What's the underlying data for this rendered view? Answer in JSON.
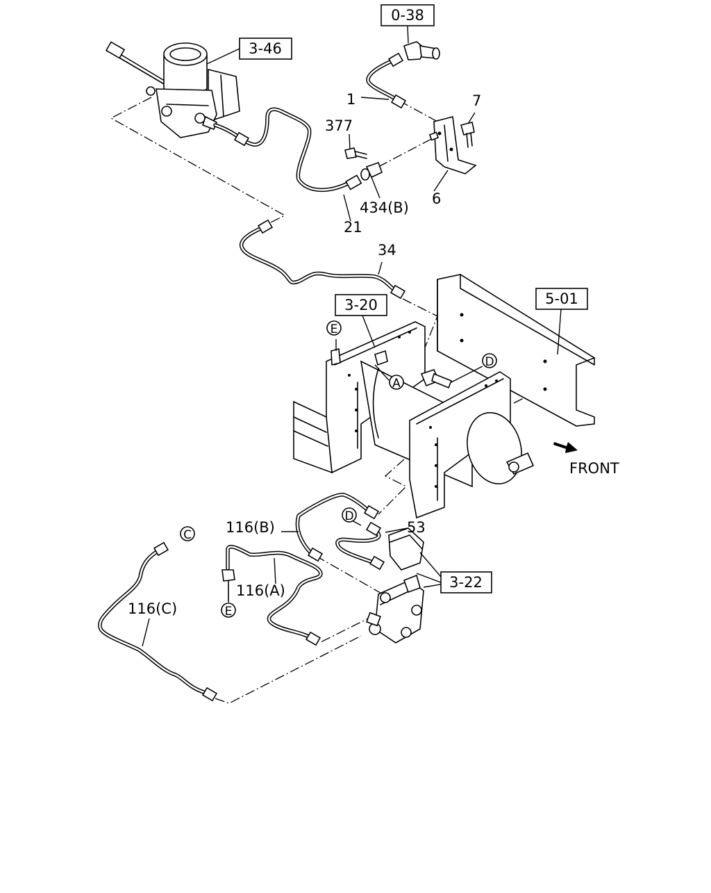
{
  "refs": {
    "r038": "0-38",
    "r346": "3-46",
    "r320": "3-20",
    "r501": "5-01",
    "r322": "3-22"
  },
  "parts": {
    "p1": "1",
    "p7": "7",
    "p377": "377",
    "p6": "6",
    "p434b": "434(B)",
    "p21": "21",
    "p34": "34",
    "p116b": "116(B)",
    "p53": "53",
    "p116a": "116(A)",
    "p116c": "116(C)"
  },
  "markers": {
    "a": "A",
    "c": "C",
    "d1": "D",
    "d2": "D",
    "e1": "E",
    "e2": "E"
  },
  "front_label": "FRONT"
}
